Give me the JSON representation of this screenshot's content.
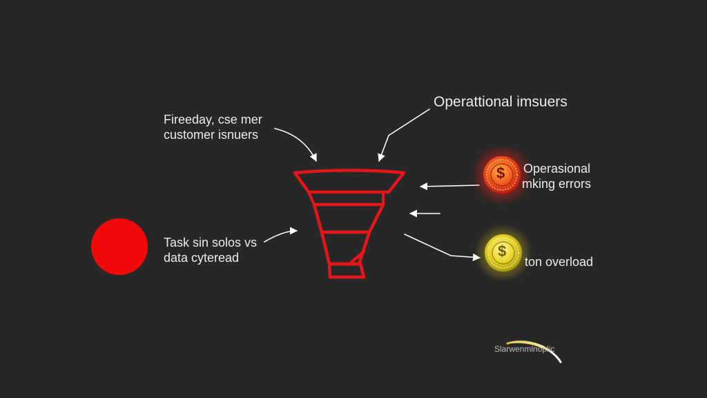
{
  "diagram": {
    "title": "Operattional imsuers",
    "left_top": {
      "line1": "Fireeday, cse mer",
      "line2": "customer isnuers"
    },
    "left_bottom": {
      "line1": "Task sin solos vs",
      "line2": "data cyteread"
    },
    "right_top": {
      "line1": "Operasional",
      "line2": "mking errors"
    },
    "right_bottom": {
      "label": "ton overload"
    },
    "coin_top": {
      "symbol": "$"
    },
    "coin_bottom": {
      "symbol": "$"
    },
    "logo": {
      "text": "Slarwenmlnoplic"
    }
  },
  "colors": {
    "background": "#272727",
    "funnel": "#e5161a",
    "red_dot": "#f20a0a",
    "coin_red": "#e8321c",
    "coin_yellow": "#e4d21a",
    "text": "#ececec",
    "arrow": "#ffffff"
  },
  "icons": [
    "funnel-icon",
    "dollar-coin-icon",
    "dollar-coin-icon",
    "red-circle",
    "logo-swoosh-icon"
  ]
}
